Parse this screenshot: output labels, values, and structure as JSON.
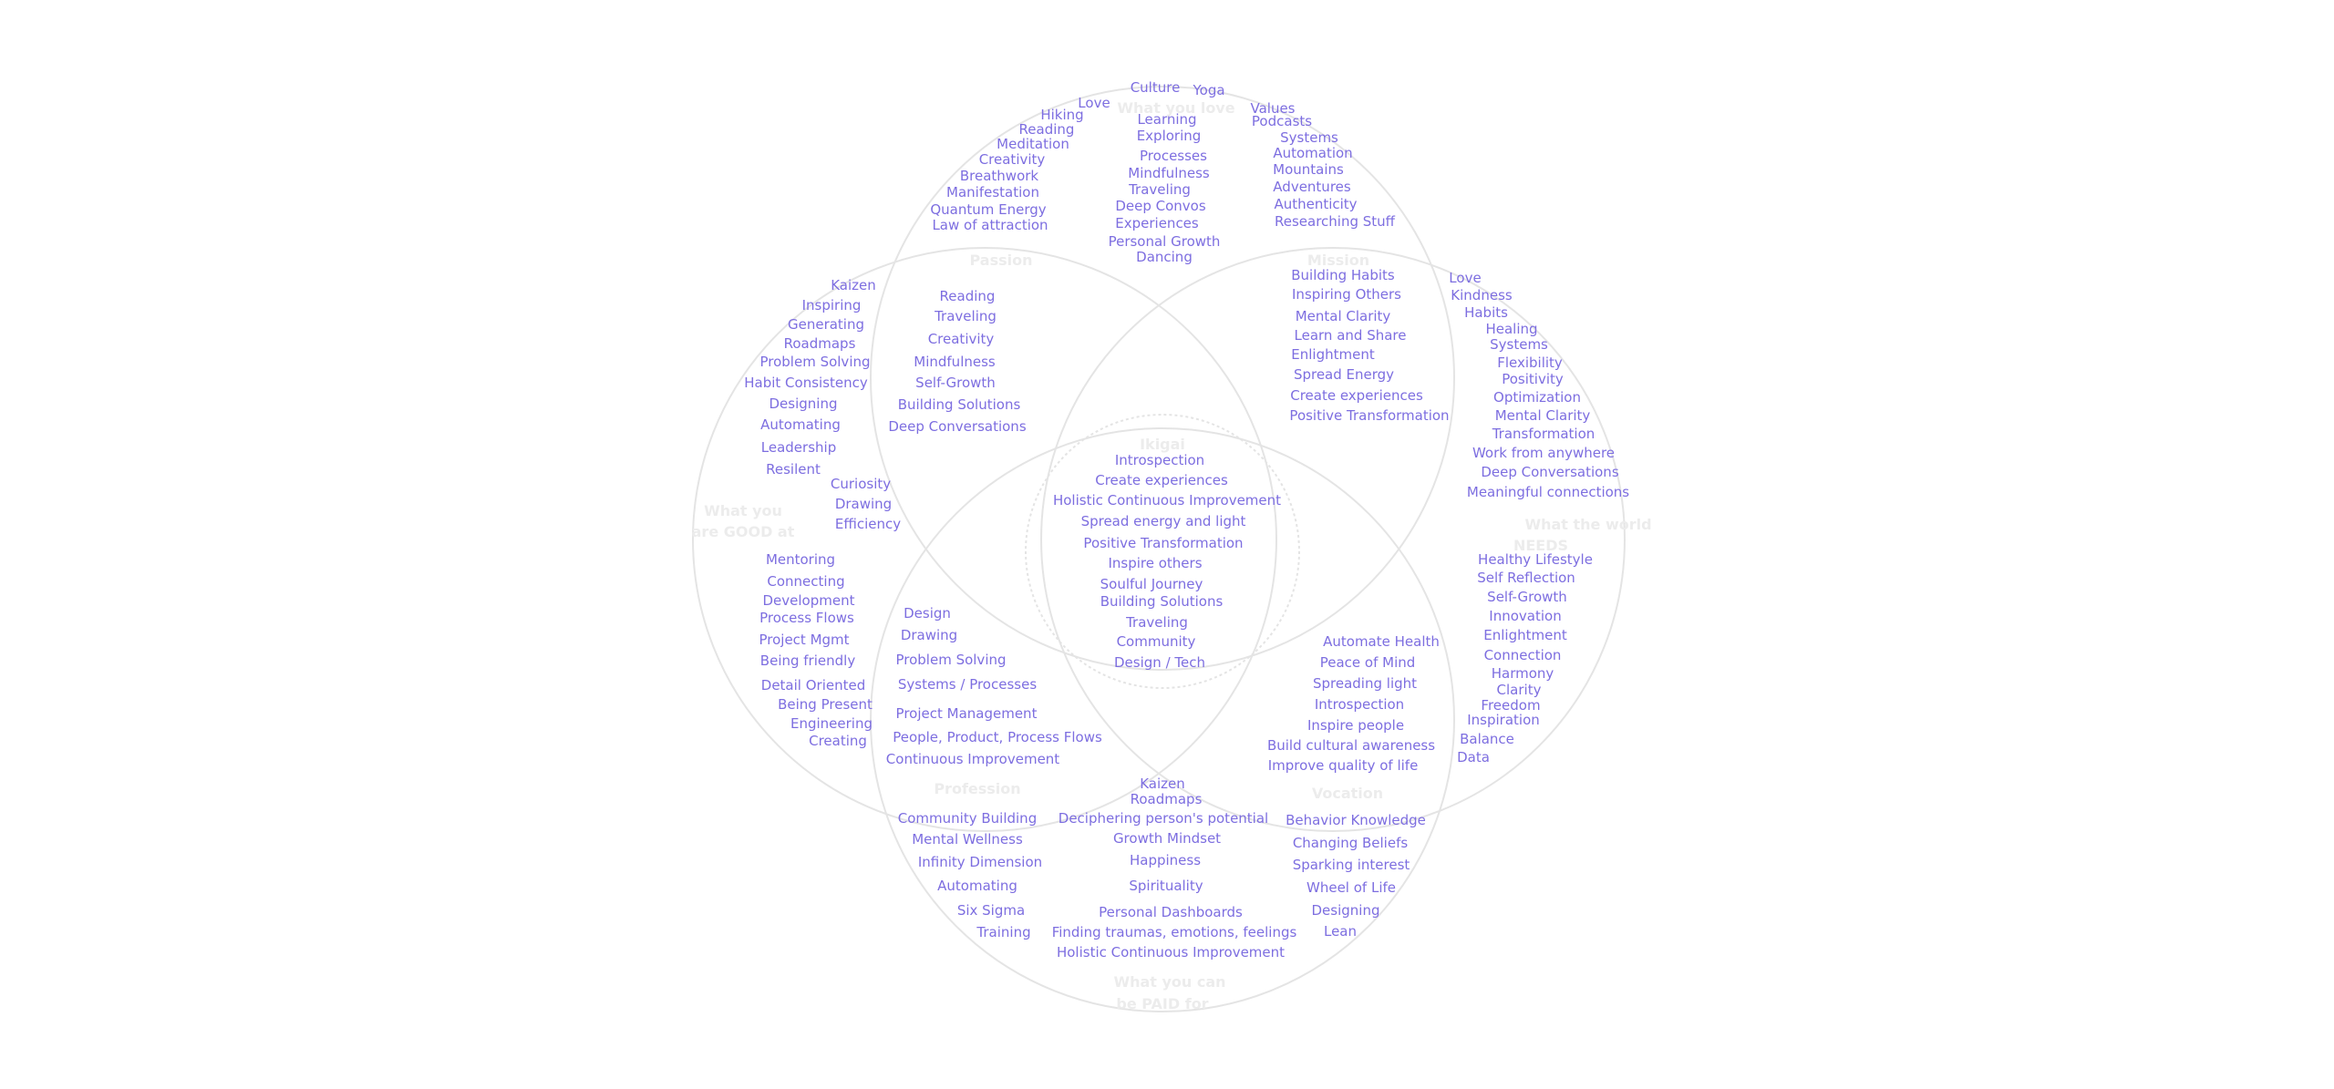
{
  "colors": {
    "background": "#ffffff",
    "circle_stroke": "#e4e4e4",
    "title_text": "#ececec",
    "item_text": "#7d6ee0"
  },
  "titles": {
    "love": "What you love",
    "passion": "Passion",
    "mission": "Mission",
    "ikigai": "Ikigai",
    "good_at_line1": "What you",
    "good_at_line2": "are GOOD at",
    "world_needs_line1": "What the world",
    "world_needs_line2": "NEEDS",
    "profession": "Profession",
    "vocation": "Vocation",
    "paid_line1": "What you can",
    "paid_line2": "be PAID for"
  },
  "love": {
    "left": [
      "Love",
      "Hiking",
      "Reading",
      "Meditation",
      "Creativity",
      "Breathwork",
      "Manifestation",
      "Quantum Energy",
      "Law of attraction"
    ],
    "center": [
      "Culture",
      "Yoga",
      "Learning",
      "Exploring",
      "Processes",
      "Mindfulness",
      "Traveling",
      "Deep Convos",
      "Experiences",
      "Personal Growth",
      "Dancing"
    ],
    "right": [
      "Values",
      "Podcasts",
      "Systems",
      "Automation",
      "Mountains",
      "Adventures",
      "Authenticity",
      "Researching Stuff"
    ]
  },
  "good_at": {
    "upper": [
      "Kaizen",
      "Inspiring",
      "Generating",
      "Roadmaps",
      "Problem Solving",
      "Habit Consistency",
      "Designing",
      "Automating",
      "Leadership",
      "Resilent"
    ],
    "middle": [
      "Curiosity",
      "Drawing",
      "Efficiency"
    ],
    "lower": [
      "Mentoring",
      "Connecting",
      "Development",
      "Process Flows",
      "Project Mgmt",
      "Being friendly",
      "Detail Oriented",
      "Being Present",
      "Engineering",
      "Creating"
    ]
  },
  "world_needs": {
    "upper": [
      "Love",
      "Kindness",
      "Habits",
      "Healing",
      "Systems",
      "Flexibility",
      "Positivity",
      "Optimization",
      "Mental Clarity",
      "Transformation",
      "Work from anywhere",
      "Deep Conversations",
      "Meaningful connections"
    ],
    "lower": [
      "Healthy Lifestyle",
      "Self Reflection",
      "Self-Growth",
      "Innovation",
      "Enlightment",
      "Connection",
      "Harmony",
      "Clarity",
      "Freedom",
      "Inspiration",
      "Balance",
      "Data"
    ]
  },
  "paid": {
    "left": [
      "Community Building",
      "Mental Wellness",
      "Infinity Dimension",
      "Automating",
      "Six Sigma",
      "Training"
    ],
    "center": [
      "Kaizen",
      "Roadmaps",
      "Deciphering person's potential",
      "Growth Mindset",
      "Happiness",
      "Spirituality",
      "Personal Dashboards",
      "Finding traumas, emotions, feelings",
      "Holistic Continuous Improvement"
    ],
    "right": [
      "Behavior Knowledge",
      "Changing Beliefs",
      "Sparking interest",
      "Wheel of Life",
      "Designing",
      "Lean"
    ]
  },
  "passion": [
    "Reading",
    "Traveling",
    "Creativity",
    "Mindfulness",
    "Self-Growth",
    "Building Solutions",
    "Deep Conversations"
  ],
  "mission": [
    "Building Habits",
    "Inspiring Others",
    "Mental Clarity",
    "Learn and Share",
    "Enlightment",
    "Spread Energy",
    "Create experiences",
    "Positive Transformation"
  ],
  "ikigai": [
    "Introspection",
    "Create experiences",
    "Holistic Continuous Improvement",
    "Spread energy and light",
    "Positive Transformation",
    "Inspire others",
    "Soulful Journey",
    "Building Solutions",
    "Traveling",
    "Community",
    "Design / Tech"
  ],
  "profession": [
    "Design",
    "Drawing",
    "Problem Solving",
    "Systems / Processes",
    "Project Management",
    "People, Product, Process Flows",
    "Continuous Improvement"
  ],
  "vocation": [
    "Automate Health",
    "Peace of Mind",
    "Spreading light",
    "Introspection",
    "Inspire people",
    "Build cultural awareness",
    "Improve quality of life"
  ]
}
